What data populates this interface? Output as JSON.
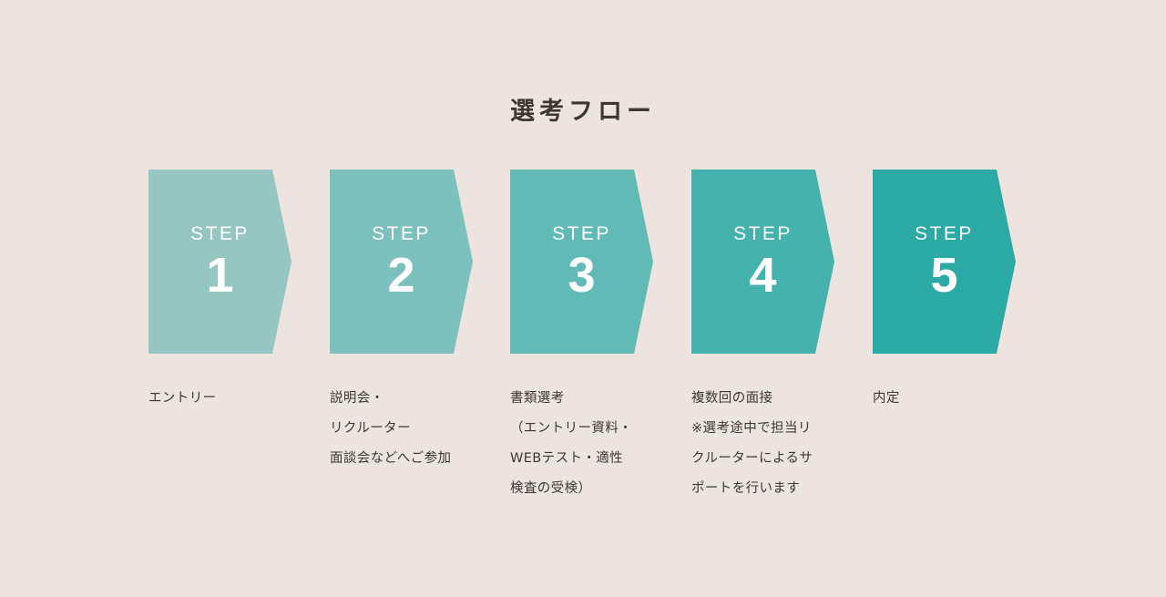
{
  "page": {
    "title": "選考フロー",
    "background_color": "#ede3df",
    "text_color": "#3d3733"
  },
  "flow": {
    "step_word": "STEP",
    "steps": [
      {
        "number": "1",
        "word": "STEP",
        "color": "#95c6c1",
        "caption": "エントリー"
      },
      {
        "number": "2",
        "word": "STEP",
        "color": "#7cc1bd",
        "caption": "説明会・\nリクルーター\n面談会などへご参加"
      },
      {
        "number": "3",
        "word": "STEP",
        "color": "#62bab6",
        "caption": "書類選考\n（エントリー資料・\nWEBテスト・適性\n検査の受検）"
      },
      {
        "number": "4",
        "word": "STEP",
        "color": "#45b2ae",
        "caption": "複数回の面接\n※選考途中で担当リ\nクルーターによるサ\nポートを行います"
      },
      {
        "number": "5",
        "word": "STEP",
        "color": "#2ba9a5",
        "caption": "内定"
      }
    ]
  }
}
